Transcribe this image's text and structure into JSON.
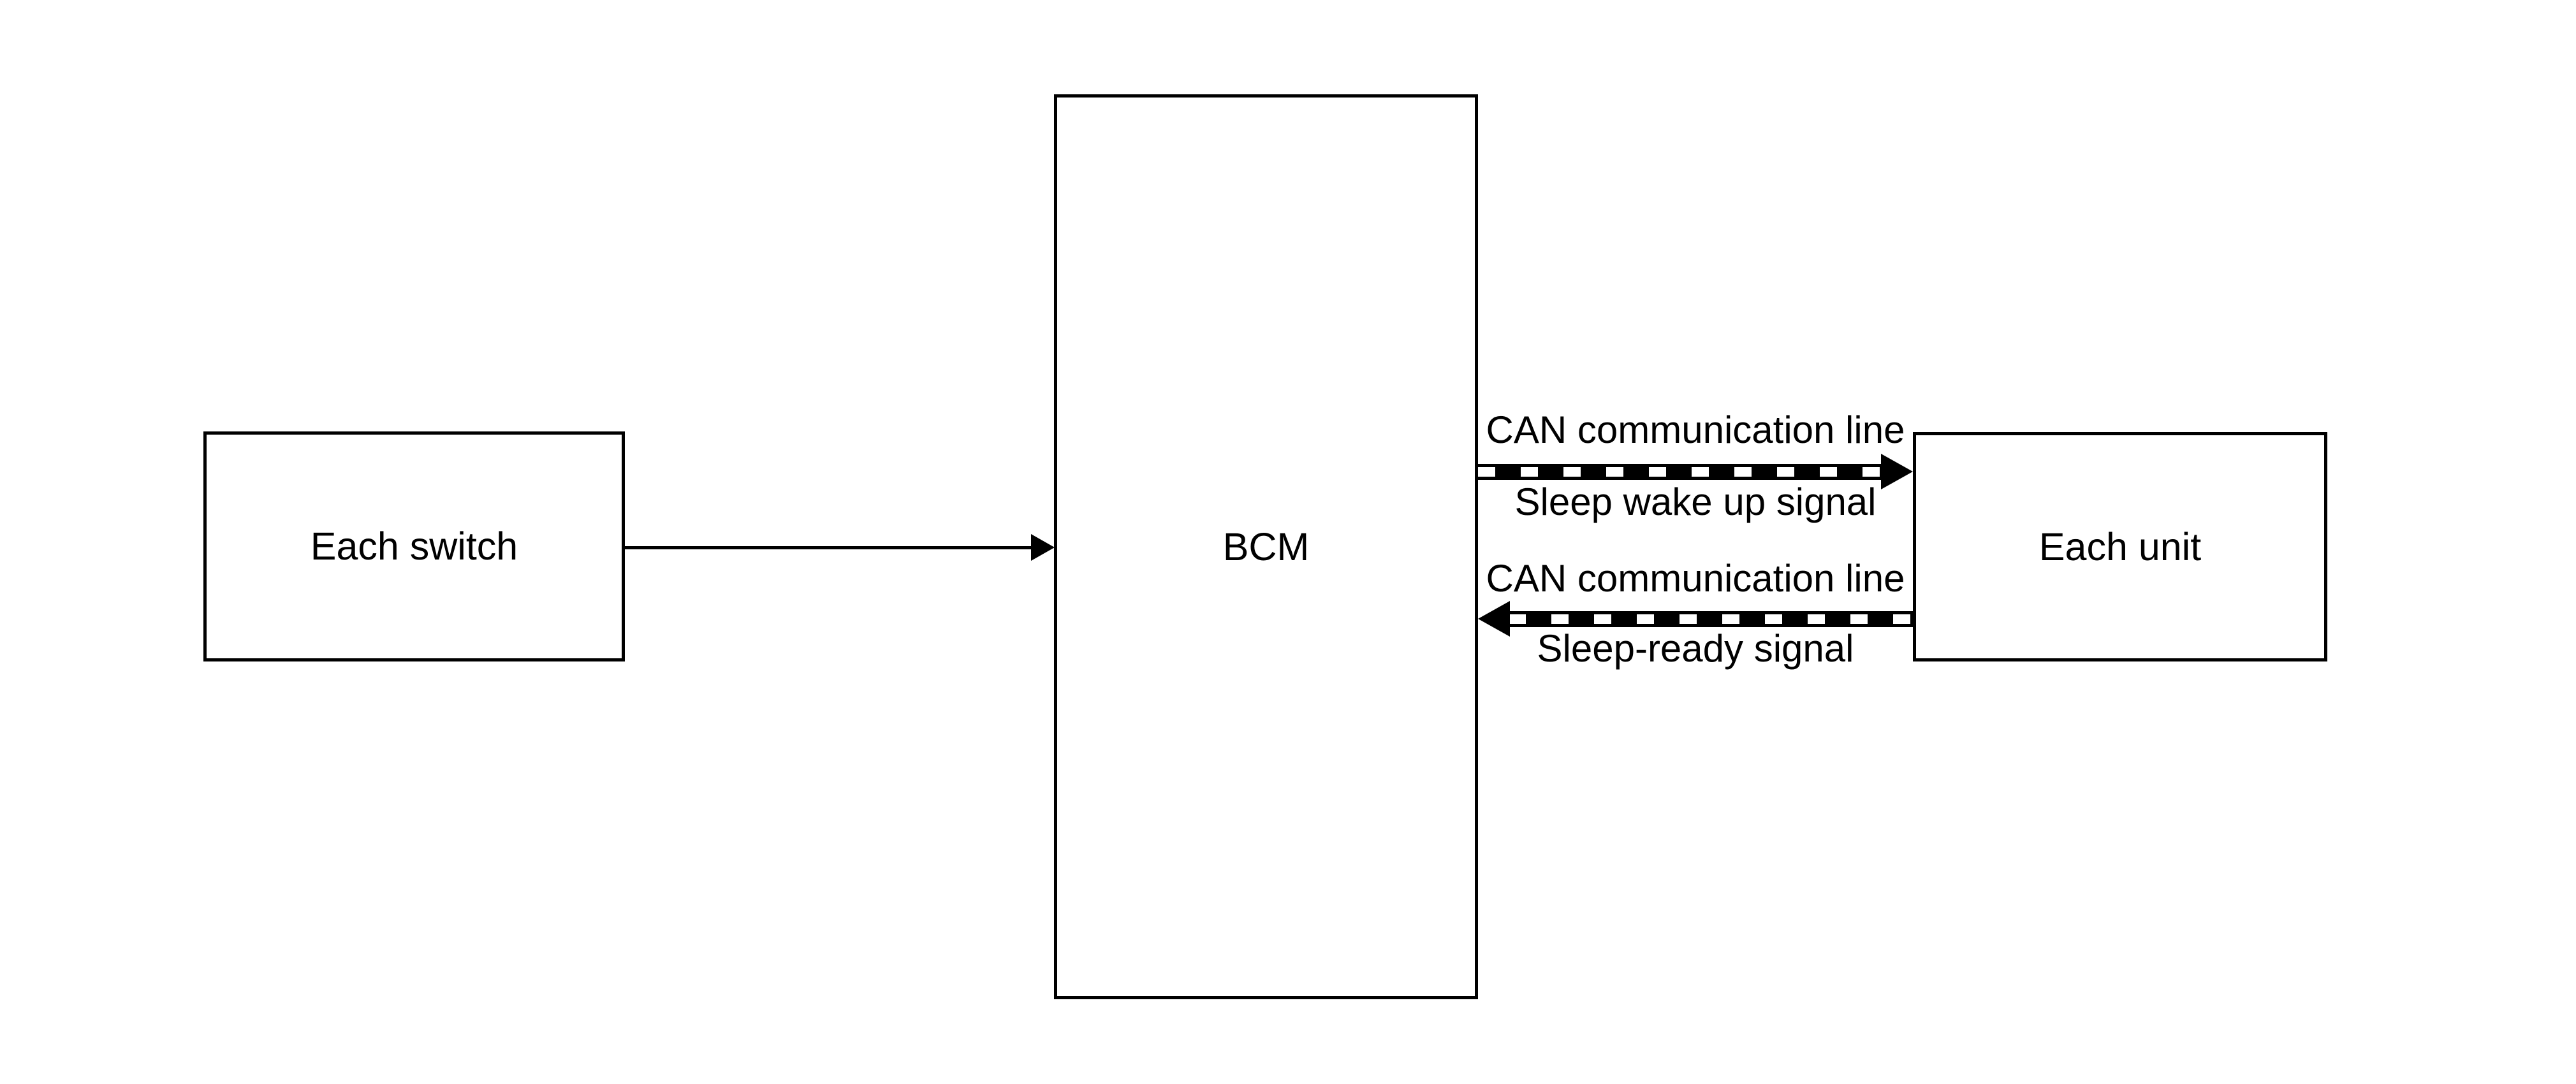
{
  "diagram": {
    "background_color": "#ffffff",
    "line_color": "#000000",
    "nodes": {
      "each_switch": {
        "label": "Each switch"
      },
      "bcm": {
        "label": "BCM"
      },
      "each_unit": {
        "label": "Each unit"
      }
    },
    "connections": {
      "switch_to_bcm": {
        "style": "solid-arrow",
        "direction": "right"
      },
      "bcm_to_unit": {
        "style": "striped-arrow",
        "direction": "right",
        "label_above": "CAN communication line",
        "label_below": "Sleep wake up signal"
      },
      "unit_to_bcm": {
        "style": "striped-arrow",
        "direction": "left",
        "label_above": "CAN communication line",
        "label_below": "Sleep-ready signal"
      }
    }
  }
}
